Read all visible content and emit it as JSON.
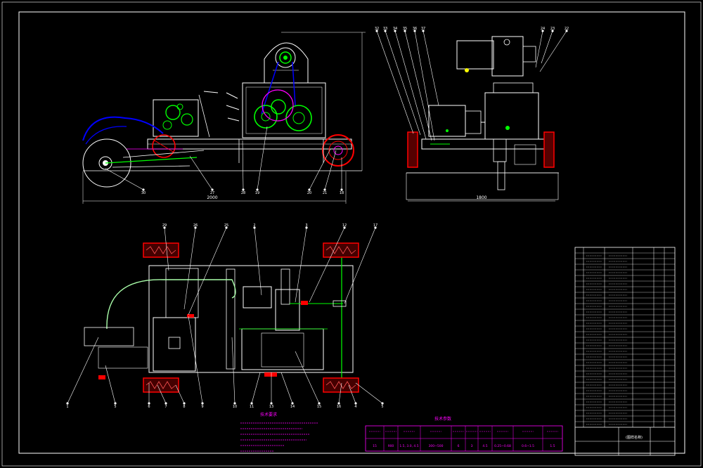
{
  "colors": {
    "background": "#000000",
    "line": "#ffffff",
    "accent_green": "#00ff00",
    "accent_red": "#ff0000",
    "accent_blue": "#0000ff",
    "accent_magenta": "#ff00ff",
    "accent_yellow": "#ffff00",
    "accent_cyan": "#00ffff"
  },
  "dimensions": {
    "front_overall": "2000",
    "side_overall": "1800"
  },
  "front_view_callouts": [
    "30",
    "27",
    "28",
    "19",
    "20",
    "21",
    "18"
  ],
  "side_view_callouts": [
    "32",
    "33",
    "34",
    "35",
    "36",
    "37",
    "24",
    "23",
    "22"
  ],
  "plan_view_top_callouts": [
    "29",
    "26",
    "25",
    "2",
    "3",
    "12",
    "17"
  ],
  "plan_view_bottom_callouts": [
    "1",
    "5",
    "6",
    "7",
    "8",
    "9",
    "10",
    "11",
    "13",
    "14",
    "15",
    "16",
    "4",
    "5"
  ],
  "notes_title": "技术要求",
  "spec_table_title": "技术参数",
  "spec_row_values": [
    "15",
    "900",
    "1.5, 3.0, 4.5",
    "300~500",
    "6",
    "3",
    "4.5",
    "0.25~0.68",
    "0.6~1.5",
    "1.5"
  ],
  "title_block_label": "(图样名称)"
}
